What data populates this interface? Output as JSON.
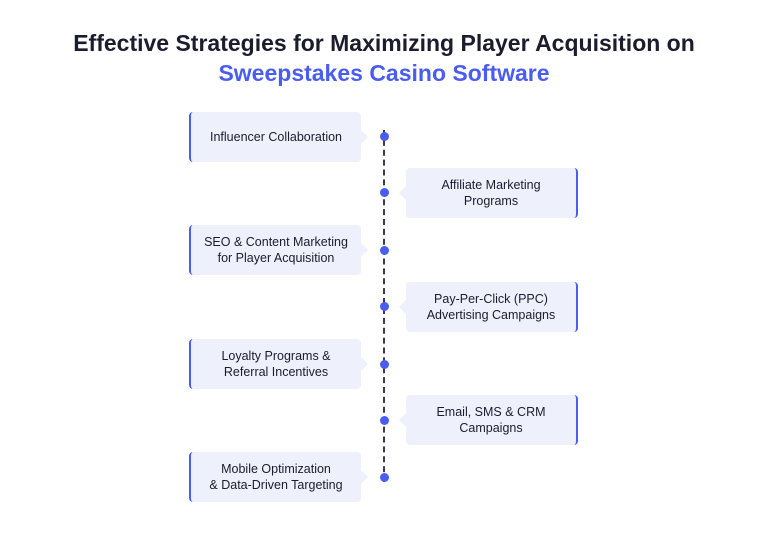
{
  "title": {
    "line1": "Effective Strategies for Maximizing Player Acquisition on",
    "line2": "Sweepstakes Casino Software"
  },
  "steps": [
    {
      "label": "Influencer Collaboration"
    },
    {
      "label": "Affiliate Marketing\nPrograms"
    },
    {
      "label": "SEO & Content Marketing\nfor Player Acquisition"
    },
    {
      "label": "Pay-Per-Click (PPC)\nAdvertising Campaigns"
    },
    {
      "label": "Loyalty Programs &\nReferral Incentives"
    },
    {
      "label": "Email, SMS & CRM\nCampaigns"
    },
    {
      "label": "Mobile Optimization\n& Data-Driven Targeting"
    }
  ],
  "colors": {
    "accent": "#4a5df2",
    "card_bg": "#eef0fb",
    "text": "#1c1c2e"
  }
}
